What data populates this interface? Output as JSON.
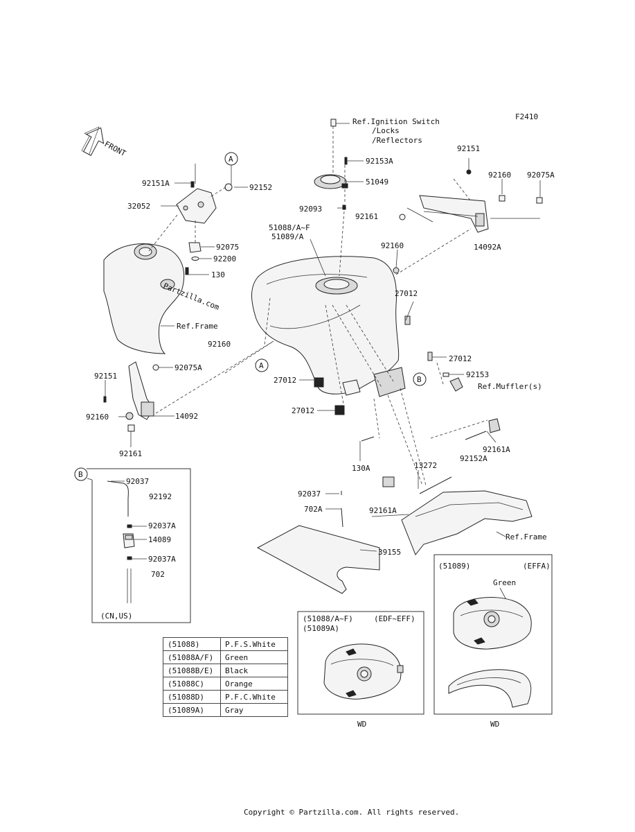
{
  "figure_code": "F2410",
  "front_label": "FRONT",
  "callouts": {
    "a": "A",
    "b": "B"
  },
  "part_labels": [
    {
      "id": "ref-ignition",
      "text": "Ref.Ignition Switch"
    },
    {
      "id": "ref-locks",
      "text": "/Locks"
    },
    {
      "id": "ref-reflectors",
      "text": "/Reflectors"
    },
    {
      "id": "p92151-top",
      "text": "92151"
    },
    {
      "id": "p92160-top",
      "text": "92160"
    },
    {
      "id": "p92075A-top",
      "text": "92075A"
    },
    {
      "id": "p92153A",
      "text": "92153A"
    },
    {
      "id": "p51049",
      "text": "51049"
    },
    {
      "id": "p92093",
      "text": "92093"
    },
    {
      "id": "p92161-top",
      "text": "92161"
    },
    {
      "id": "p51088AF",
      "text": "51088/A~F"
    },
    {
      "id": "p51089A",
      "text": "51089/A"
    },
    {
      "id": "p92160-mid",
      "text": "92160"
    },
    {
      "id": "p14092A",
      "text": "14092A"
    },
    {
      "id": "p92151A",
      "text": "92151A"
    },
    {
      "id": "p92152",
      "text": "92152"
    },
    {
      "id": "p32052",
      "text": "32052"
    },
    {
      "id": "p92075",
      "text": "92075"
    },
    {
      "id": "p92200",
      "text": "92200"
    },
    {
      "id": "p130",
      "text": "130"
    },
    {
      "id": "ref-frame-1",
      "text": "Ref.Frame"
    },
    {
      "id": "p27012-r1",
      "text": "27012"
    },
    {
      "id": "p92160-l",
      "text": "92160"
    },
    {
      "id": "p92075A-l",
      "text": "92075A"
    },
    {
      "id": "p27012-r2",
      "text": "27012"
    },
    {
      "id": "p92151-l",
      "text": "92151"
    },
    {
      "id": "p27012-l1",
      "text": "27012"
    },
    {
      "id": "p92153",
      "text": "92153"
    },
    {
      "id": "ref-muffler",
      "text": "Ref.Muffler(s)"
    },
    {
      "id": "p92160-ll",
      "text": "92160"
    },
    {
      "id": "p14092",
      "text": "14092"
    },
    {
      "id": "p27012-l2",
      "text": "27012"
    },
    {
      "id": "p92161-l",
      "text": "92161"
    },
    {
      "id": "p92161A-r",
      "text": "92161A"
    },
    {
      "id": "p92152A",
      "text": "92152A"
    },
    {
      "id": "p130A",
      "text": "130A"
    },
    {
      "id": "p13272",
      "text": "13272"
    },
    {
      "id": "p92037",
      "text": "92037"
    },
    {
      "id": "p702A",
      "text": "702A"
    },
    {
      "id": "p92161A-m",
      "text": "92161A"
    },
    {
      "id": "ref-frame-2",
      "text": "Ref.Frame"
    },
    {
      "id": "p39155",
      "text": "39155"
    }
  ],
  "inset_b": {
    "labels": [
      "92037",
      "92192",
      "92037A",
      "14089",
      "92037A",
      "702"
    ],
    "note": "(CN,US)"
  },
  "color_table": [
    {
      "code": "(51088)",
      "color": "P.F.S.White"
    },
    {
      "code": "(51088A/F)",
      "color": "Green"
    },
    {
      "code": "(51088B/E)",
      "color": "Black"
    },
    {
      "code": "(51088C)",
      "color": "Orange"
    },
    {
      "code": "(51088D)",
      "color": "P.F.C.White"
    },
    {
      "code": "(51089A)",
      "color": "Gray"
    }
  ],
  "inset_edf": {
    "title1": "(51088/A~F)",
    "title2": "(51089A)",
    "model": "(EDF~EFF)",
    "footer": "WD"
  },
  "inset_effa": {
    "title": "(51089)",
    "model": "(EFFA)",
    "color_note": "Green",
    "footer": "WD"
  },
  "watermark": "Partzilla.com",
  "footer_text": "Copyright © Partzilla.com. All rights reserved."
}
